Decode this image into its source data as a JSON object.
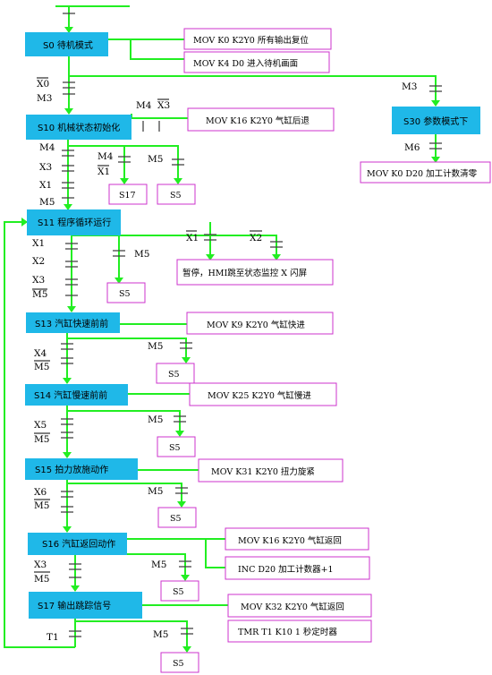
{
  "colors": {
    "step_fill": "#1fb8e8",
    "wire": "#22ee22",
    "action_border": "#cc33cc",
    "text": "#000000"
  },
  "steps": {
    "s0": "S0 待机模式",
    "s10": "S10 机械状态初始化",
    "s11": "S11 程序循环运行",
    "s13": "S13 汽缸快速前前",
    "s14": "S14 汽缸慢速前前",
    "s15": "S15 拍力放施动作",
    "s16": "S16 汽缸返回动作",
    "s17": "S17  输出跳踪信号",
    "s30": "S30 参数模式下"
  },
  "actions": {
    "s0_a1": "MOV K0   K2Y0  所有输出复位",
    "s0_a2": "MOV K4     D0  进入待机画面",
    "s10_a1": "MOV K16 K2Y0  气缸后退",
    "s30_a1": "MOV K0    D20  加工计数清零",
    "s11_a1": "暂停，HMI跳至状态监控 X 闪屏",
    "s13_a1": "MOV K9    K2Y0  气缸快进",
    "s14_a1": "MOV K25    K2Y0  气缸慢进",
    "s15_a1": "MOV K31    K2Y0  扭力旋紧",
    "s16_a1": "MOV K16    K2Y0  气缸返回",
    "s16_a2": "INC    D20    加工计数器+1",
    "s17_a1": "MOV K32    K2Y0  气缸返回",
    "s17_a2": "TMR T1 K10 1 秒定时器"
  },
  "jumps": {
    "s10_a": "S17",
    "s10_b": "S5",
    "s11_a": "S5",
    "s13_a": "S5",
    "s14_a": "S5",
    "s15_a": "S5",
    "s16_a": "S5",
    "s17_a": "S5"
  },
  "conditions": {
    "c_x0": "X0",
    "c_m3a": "M3",
    "c_m3b": "M3",
    "c_m4x3_m4": "M4",
    "c_m4x3_x3": "X3",
    "c_m6": "M6",
    "c_s10_m4": "M4",
    "c_s10_x3": "X3",
    "c_s10_x1": "X1",
    "c_s10_m5": "M5",
    "c_s10_b_m4": "M4",
    "c_s10_b_x1": "X1",
    "c_s10_c_m5": "M5",
    "c_s11_x1": "X1",
    "c_s11_x2": "X2",
    "c_s11_x3": "X3",
    "c_s11_m5": "M5",
    "c_s11_b_m5": "M5",
    "c_s11_c_x1": "X1",
    "c_s11_d_x2": "X2",
    "c_s13_x4": "X4",
    "c_s13_m5": "M5",
    "c_s13_b_m5": "M5",
    "c_s14_x5": "X5",
    "c_s14_m5": "M5",
    "c_s14_b_m5": "M5",
    "c_s15_x6": "X6",
    "c_s15_m5": "M5",
    "c_s15_b_m5": "M5",
    "c_s16_x3": "X3",
    "c_s16_m5": "M5",
    "c_s16_b_m5": "M5",
    "c_s17_t1": "T1",
    "c_s17_b_m5": "M5"
  }
}
